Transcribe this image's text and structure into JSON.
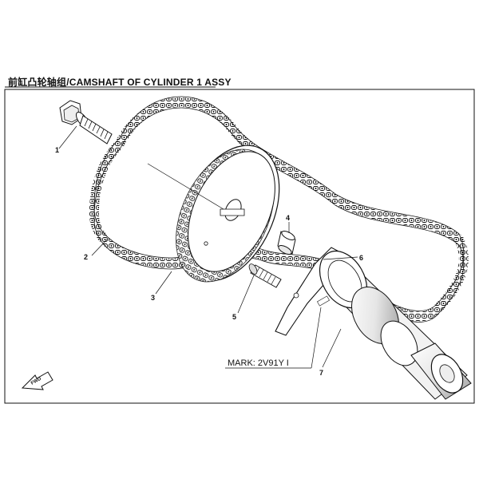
{
  "title": "前缸凸轮轴组/CAMSHAFT OF CYLINDER 1 ASSY",
  "parts": [
    {
      "num": "1",
      "name": "flange-bolt"
    },
    {
      "num": "2",
      "name": "timing-chain"
    },
    {
      "num": "3",
      "name": "cam-sprocket"
    },
    {
      "num": "4",
      "name": "dowel-pin"
    },
    {
      "num": "5",
      "name": "stud-bolt"
    },
    {
      "num": "6",
      "name": "chain-guide"
    },
    {
      "num": "7",
      "name": "camshaft"
    }
  ],
  "mark_label": "MARK: 2V91Y  I",
  "fwd_label": "FWD",
  "colors": {
    "line": "#111111",
    "background": "#ffffff",
    "shade": "#cfcfcf"
  }
}
